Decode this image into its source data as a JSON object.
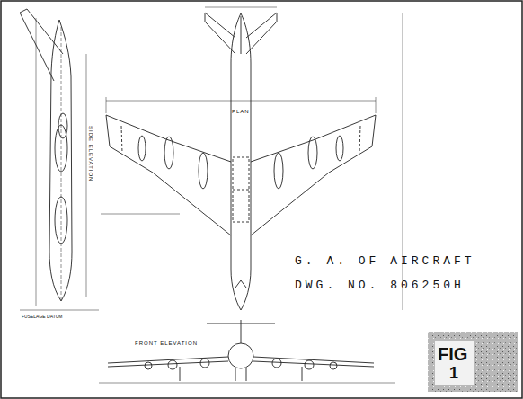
{
  "diagram": {
    "title": "G. A. OF AIRCRAFT",
    "labels": [
      "DWG. NO. 806250H",
      "PLAN",
      "FRONT ELEVATION",
      "SIDE ELEVATION",
      "FUSELAGE DATUM",
      "FIG",
      "1"
    ]
  }
}
